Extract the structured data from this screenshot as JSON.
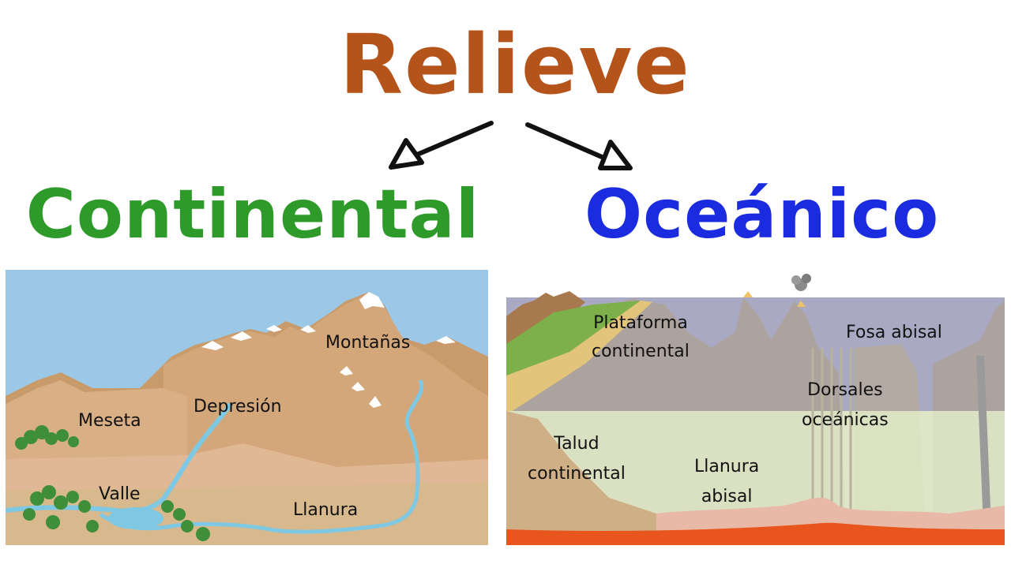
{
  "title": {
    "text": "Relieve",
    "color": "#B5541A"
  },
  "branches": [
    {
      "label": "Continental",
      "color": "#2E9A2A"
    },
    {
      "label": "Oceánico",
      "color": "#1A2BE0"
    }
  ],
  "arrow_color": "#111111",
  "continental_panel": {
    "labels": {
      "montanas": "Montañas",
      "depresion": "Depresión",
      "meseta": "Meseta",
      "valle": "Valle",
      "llanura": "Llanura"
    },
    "colors": {
      "sky": "#9CC8E8",
      "land": "#D4A77A",
      "river": "#7EC8E3",
      "trees": "#3E8E3A",
      "snow": "#FFFFFF"
    }
  },
  "oceanic_panel": {
    "labels": {
      "plataforma_l1": "Plataforma",
      "plataforma_l2": "continental",
      "fosa": "Fosa abisal",
      "dorsales_l1": "Dorsales",
      "dorsales_l2": "oceánicas",
      "talud_l1": "Talud",
      "talud_l2": "continental",
      "llanura_l1": "Llanura",
      "llanura_l2": "abisal"
    },
    "colors": {
      "sea": "#A9A9C4",
      "seabed": "#DCE5C4",
      "crust": "#E8B9A6",
      "magma": "#E8561E",
      "coast": "#C9A870"
    }
  }
}
